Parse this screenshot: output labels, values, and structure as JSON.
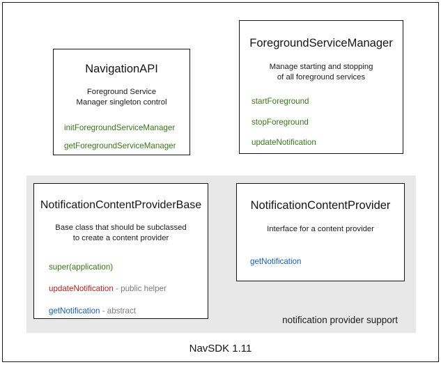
{
  "diagram": {
    "footer_caption": "NavSDK 1.11",
    "group": {
      "label": "notification provider support"
    },
    "colors": {
      "method_green": "#38761d",
      "method_red": "#b0241f",
      "method_blue": "#1a5fb4",
      "note_gray": "#7b7b7b",
      "panel_gray": "#e8e8e8",
      "border_black": "#141414"
    },
    "boxes": [
      {
        "id": "navigation-api",
        "title": "NavigationAPI",
        "description_lines": [
          "Foreground Service",
          "Manager singleton control"
        ],
        "members": [
          {
            "name": "initForegroundServiceManager",
            "color": "green",
            "note": ""
          },
          {
            "name": "getForegroundServiceManager",
            "color": "green",
            "note": ""
          }
        ]
      },
      {
        "id": "foreground-service-manager",
        "title": "ForegroundServiceManager",
        "description_lines": [
          "Manage starting and stopping",
          "of all foreground services"
        ],
        "members": [
          {
            "name": "startForeground",
            "color": "green",
            "note": ""
          },
          {
            "name": "stopForeground",
            "color": "green",
            "note": ""
          },
          {
            "name": "updateNotification",
            "color": "green",
            "note": ""
          }
        ]
      },
      {
        "id": "notification-content-provider-base",
        "title": "NotificationContentProviderBase",
        "description_lines": [
          "Base class that should be subclassed",
          "to create a content provider"
        ],
        "members": [
          {
            "name": "super(application)",
            "color": "green",
            "note": ""
          },
          {
            "name": "updateNotification",
            "color": "red",
            "note": " - public helper"
          },
          {
            "name": "getNotification",
            "color": "blue",
            "note": " - abstract"
          }
        ]
      },
      {
        "id": "notification-content-provider",
        "title": "NotificationContentProvider",
        "description_lines": [
          "Interface for a content provider"
        ],
        "members": [
          {
            "name": "getNotification",
            "color": "blue",
            "note": ""
          }
        ]
      }
    ]
  }
}
